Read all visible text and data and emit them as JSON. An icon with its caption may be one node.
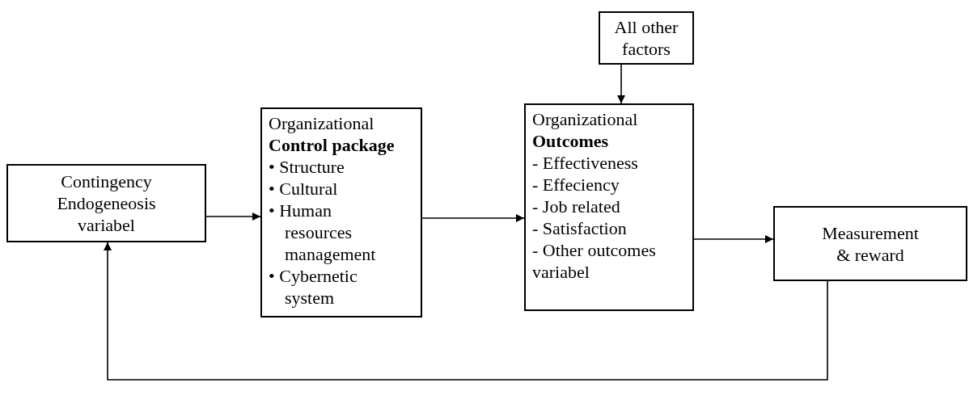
{
  "diagram": {
    "nodes": [
      {
        "text": [
          "Contingency Endogeneosis variabel"
        ]
      },
      {
        "text": [
          "Organizational **Control package**",
          "• Structure",
          "• Cultural",
          "• Human resources management",
          "• Cybernetic system"
        ]
      },
      {
        "text": [
          "Organizational **Outcomes**",
          "- Effectiveness",
          "- Effeciency",
          "- Job related",
          "- Satisfaction",
          "- Other outcomes variabel"
        ]
      },
      {
        "text": [
          "Measurement & reward"
        ]
      },
      {
        "text": [
          "All other factors"
        ]
      }
    ],
    "edges": [
      {
        "from": 0,
        "to": 1,
        "arrow": "to"
      },
      {
        "from": 1,
        "to": 2,
        "arrow": "to"
      },
      {
        "from": 4,
        "to": 2,
        "arrow": "to"
      },
      {
        "from": 2,
        "to": 3,
        "arrow": "to"
      },
      {
        "from": 3,
        "to": 0,
        "arrow": "to"
      }
    ]
  }
}
